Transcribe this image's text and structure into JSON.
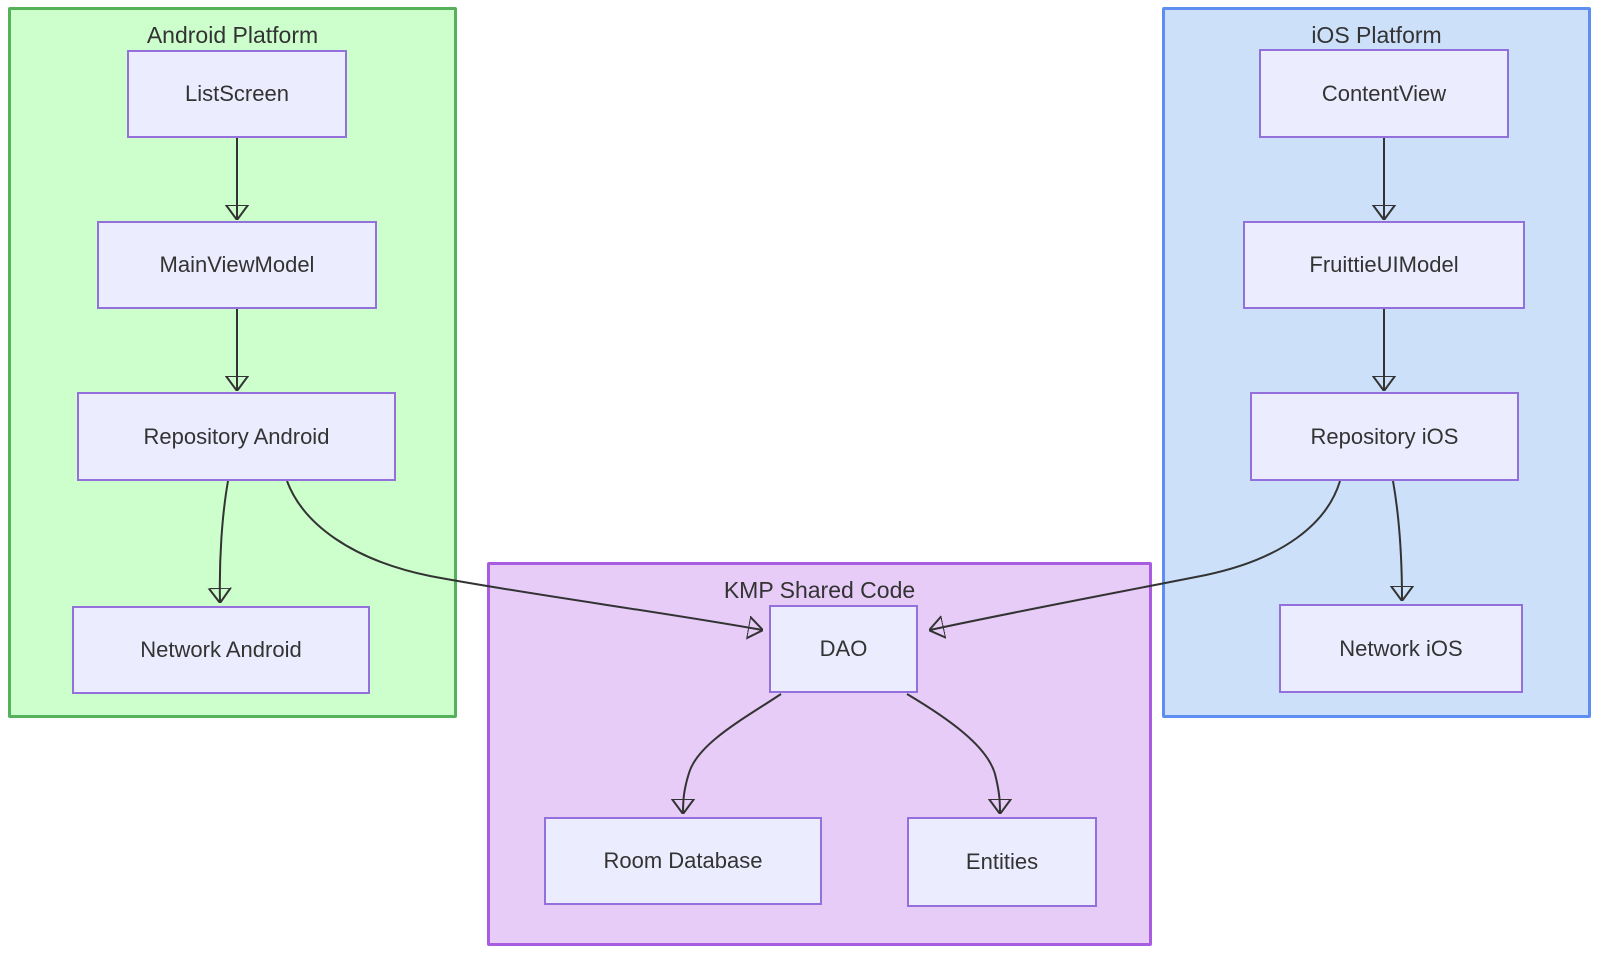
{
  "diagram": {
    "type": "flowchart",
    "groups": {
      "android": {
        "title": "Android Platform",
        "fill": "#ccffcc",
        "stroke": "#55b15a"
      },
      "ios": {
        "title": "iOS Platform",
        "fill": "#cce0fa",
        "stroke": "#5f8ef2"
      },
      "kmp": {
        "title": "KMP Shared Code",
        "fill": "#e6ccf7",
        "stroke": "#a85ce0"
      }
    },
    "nodes": {
      "list_screen": {
        "label": "ListScreen",
        "group": "android"
      },
      "main_view_model": {
        "label": "MainViewModel",
        "group": "android"
      },
      "repository_android": {
        "label": "Repository Android",
        "group": "android"
      },
      "network_android": {
        "label": "Network Android",
        "group": "android"
      },
      "content_view": {
        "label": "ContentView",
        "group": "ios"
      },
      "fruittie_ui_model": {
        "label": "FruittieUIModel",
        "group": "ios"
      },
      "repository_ios": {
        "label": "Repository iOS",
        "group": "ios"
      },
      "network_ios": {
        "label": "Network iOS",
        "group": "ios"
      },
      "dao": {
        "label": "DAO",
        "group": "kmp"
      },
      "room_database": {
        "label": "Room Database",
        "group": "kmp"
      },
      "entities": {
        "label": "Entities",
        "group": "kmp"
      }
    },
    "edges": [
      {
        "from": "ListScreen",
        "to": "MainViewModel"
      },
      {
        "from": "MainViewModel",
        "to": "Repository Android"
      },
      {
        "from": "Repository Android",
        "to": "Network Android"
      },
      {
        "from": "Repository Android",
        "to": "DAO"
      },
      {
        "from": "ContentView",
        "to": "FruittieUIModel"
      },
      {
        "from": "FruittieUIModel",
        "to": "Repository iOS"
      },
      {
        "from": "Repository iOS",
        "to": "Network iOS"
      },
      {
        "from": "Repository iOS",
        "to": "DAO"
      },
      {
        "from": "DAO",
        "to": "Room Database"
      },
      {
        "from": "DAO",
        "to": "Entities"
      }
    ],
    "colors": {
      "node_fill": "#ECECFF",
      "node_border": "#9370DB",
      "edge": "#333333",
      "text": "#333333",
      "background": "#ffffff"
    }
  }
}
